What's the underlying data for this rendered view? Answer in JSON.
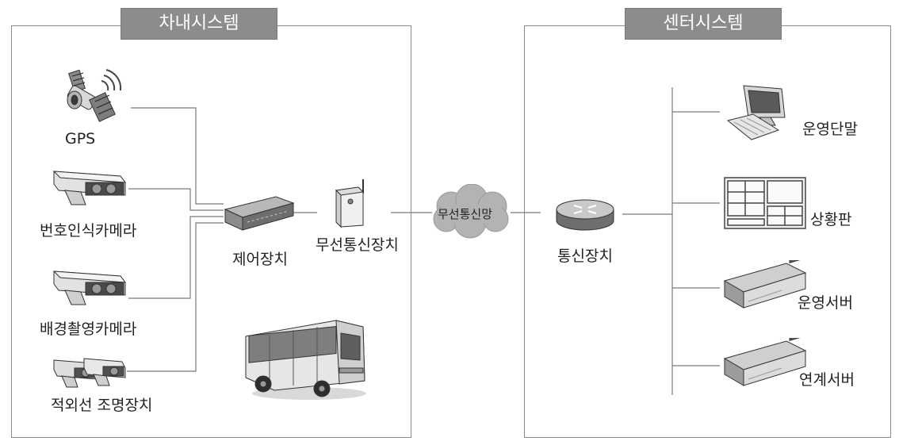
{
  "left_panel": {
    "title": "차내시스템",
    "devices": {
      "gps": "GPS",
      "plate_camera": "번호인식카메라",
      "background_camera": "배경촬영카메라",
      "ir_light": "적외선 조명장치",
      "controller": "제어장치",
      "wireless_device": "무선통신장치"
    }
  },
  "network": {
    "cloud_label": "무선통신망"
  },
  "right_panel": {
    "title": "센터시스템",
    "devices": {
      "comm_device": "통신장치",
      "operator_terminal": "운영단말",
      "status_board": "상황판",
      "operation_server": "운영서버",
      "link_server": "연계서버"
    }
  }
}
